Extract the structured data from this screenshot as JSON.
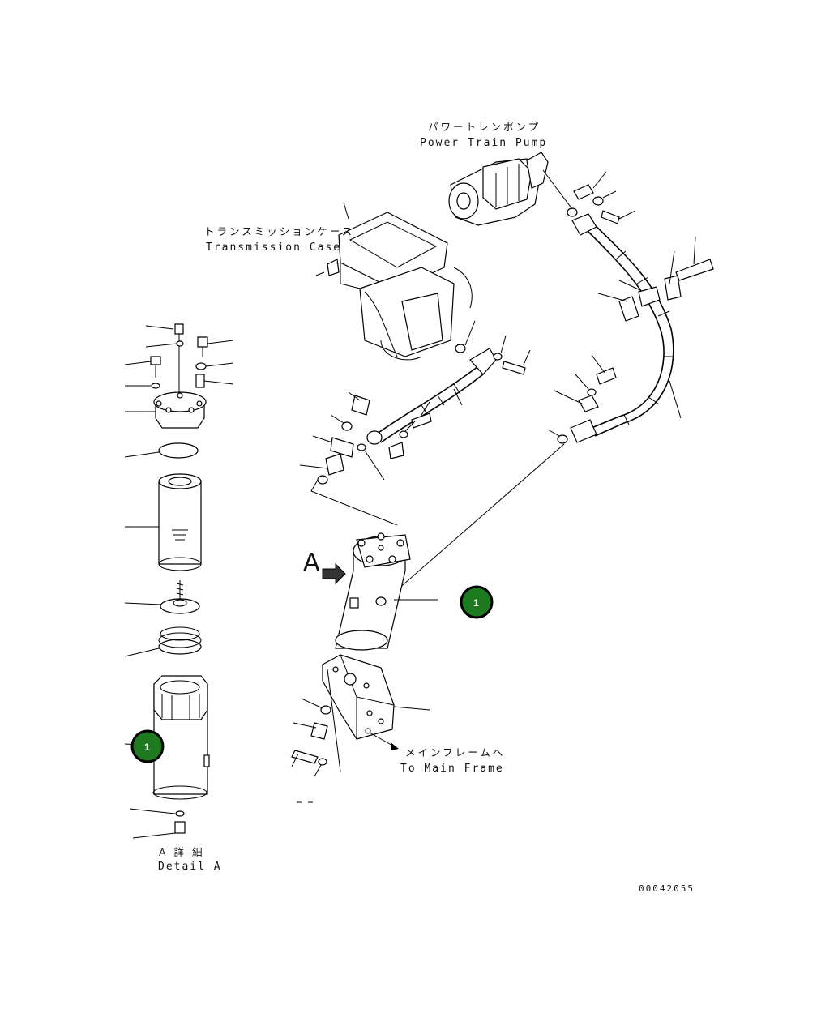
{
  "labels": {
    "power_train_pump_jp": "パワートレンポンプ",
    "power_train_pump_en": "Power Train Pump",
    "transmission_case_jp": "トランスミッションケース",
    "transmission_case_en": "Transmission Case",
    "to_main_frame_jp": "メインフレームへ",
    "to_main_frame_en": "To Main Frame",
    "view_letter": "A",
    "detail_jp": "A 詳 細",
    "detail_en": "Detail A",
    "drawing_number": "00042055"
  },
  "callouts": [
    {
      "id": "callout-main",
      "text": "1"
    },
    {
      "id": "callout-detail",
      "text": "1"
    }
  ],
  "colors": {
    "callout_fill": "#1e7a1e",
    "callout_ring": "#000000",
    "line": "#000000"
  }
}
